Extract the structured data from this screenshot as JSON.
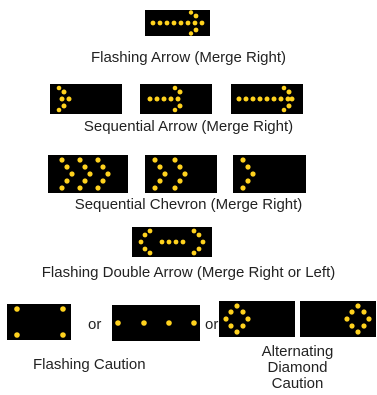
{
  "colors": {
    "panel": "#000000",
    "lamp": "#FFD21E",
    "text": "#222222",
    "background": "#ffffff"
  },
  "captions": {
    "flashing_arrow": "Flashing Arrow (Merge Right)",
    "sequential_arrow": "Sequential Arrow (Merge Right)",
    "sequential_chevron": "Sequential Chevron (Merge Right)",
    "flashing_double_arrow": "Flashing Double Arrow (Merge Right or Left)",
    "flashing_caution": "Flashing Caution",
    "alternating_diamond_line1": "Alternating",
    "alternating_diamond_line2": "Diamond",
    "alternating_diamond_line3": "Caution"
  },
  "separators": {
    "or_1": "or",
    "or_2": "or"
  }
}
